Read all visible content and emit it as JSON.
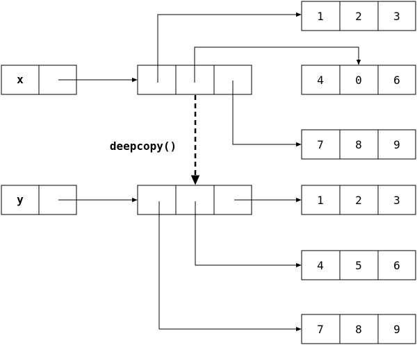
{
  "variables": {
    "x": "x",
    "y": "y"
  },
  "operation_label": "deepcopy()",
  "highlight_color": "#e00000",
  "original_lists": [
    [
      "1",
      "2",
      "3"
    ],
    [
      "4",
      "0",
      "6"
    ],
    [
      "7",
      "8",
      "9"
    ]
  ],
  "copied_lists": [
    [
      "1",
      "2",
      "3"
    ],
    [
      "4",
      "5",
      "6"
    ],
    [
      "7",
      "8",
      "9"
    ]
  ],
  "highlighted_cell": {
    "list": "original",
    "row": 1,
    "col": 1
  }
}
